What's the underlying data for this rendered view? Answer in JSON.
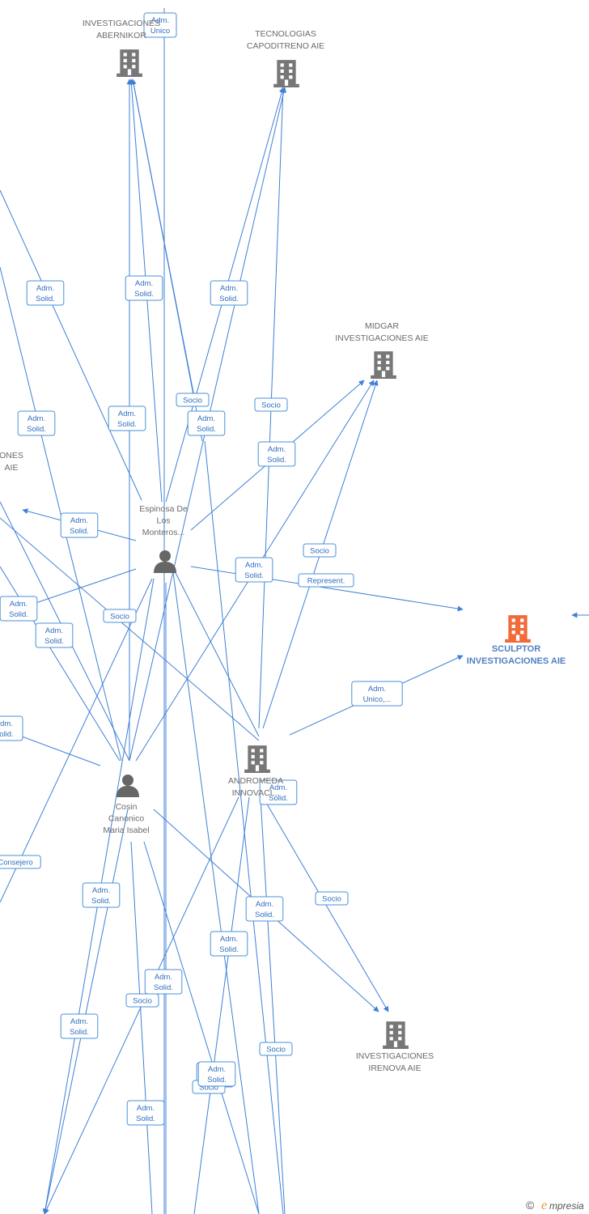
{
  "colors": {
    "edge": "#3f80d6",
    "company": "#777777",
    "company_main": "#f06a3a",
    "person": "#666666",
    "label_text": "#2f6fbf"
  },
  "nodes": [
    {
      "id": "abernikor",
      "type": "company",
      "label": [
        "INVESTIGACIONES",
        "ABERNIKOR"
      ]
    },
    {
      "id": "capoditreno",
      "type": "company",
      "label": [
        "TECNOLOGIAS",
        "CAPODITRENO AIE"
      ]
    },
    {
      "id": "midgar",
      "type": "company",
      "label": [
        "MIDGAR",
        "INVESTIGACIONES AIE"
      ]
    },
    {
      "id": "left_company",
      "type": "company",
      "label": [
        "ONES",
        "AIE"
      ]
    },
    {
      "id": "sculptor",
      "type": "company_main",
      "label": [
        "SCULPTOR",
        "INVESTIGACIONES AIE"
      ]
    },
    {
      "id": "andromeda",
      "type": "company",
      "label": [
        "ANDROMEDA",
        "INNOVACI..."
      ]
    },
    {
      "id": "irenova",
      "type": "company",
      "label": [
        "INVESTIGACIONES",
        "IRENOVA AIE"
      ]
    },
    {
      "id": "espinosa",
      "type": "person",
      "label": [
        "Espinosa De",
        "Los",
        "Monteros..."
      ]
    },
    {
      "id": "cosin",
      "type": "person",
      "label": [
        "Cosin",
        "Canonico",
        "Maria Isabel"
      ]
    }
  ],
  "edge_labels": [
    [
      "Adm.",
      "Unico"
    ],
    [
      "Adm.",
      "Solid."
    ],
    [
      "Adm.",
      "Solid."
    ],
    [
      "Adm.",
      "Solid."
    ],
    [
      "Socio"
    ],
    [
      "Socio"
    ],
    [
      "Adm.",
      "Solid."
    ],
    [
      "Adm.",
      "Solid."
    ],
    [
      "Adm.",
      "Solid."
    ],
    [
      "Adm.",
      "Solid."
    ],
    [
      "Adm.",
      "Solid."
    ],
    [
      "Socio"
    ],
    [
      "Adm.",
      "Solid."
    ],
    [
      "Represent."
    ],
    [
      "Adm.",
      "Solid."
    ],
    [
      "Socio"
    ],
    [
      "Adm.",
      "Solid."
    ],
    [
      "Adm.",
      "Unico,..."
    ],
    [
      "dm.",
      "olid."
    ],
    [
      "Adm.",
      "Solid."
    ],
    [
      "Consejero"
    ],
    [
      "Adm.",
      "Solid."
    ],
    [
      "Adm.",
      "Solid."
    ],
    [
      "Socio"
    ],
    [
      "Adm.",
      "Solid."
    ],
    [
      "Adm.",
      "Solid."
    ],
    [
      "Socio"
    ],
    [
      "Adm.",
      "Solid."
    ],
    [
      "Adm.",
      "Solid."
    ],
    [
      "Socio"
    ],
    [
      "Socio"
    ],
    [
      "Adm.",
      "Solid."
    ],
    [
      "Adm.",
      "Solid."
    ]
  ],
  "watermark": {
    "copyright": "©",
    "brand_e": "e",
    "brand_rest": "mpresia"
  }
}
